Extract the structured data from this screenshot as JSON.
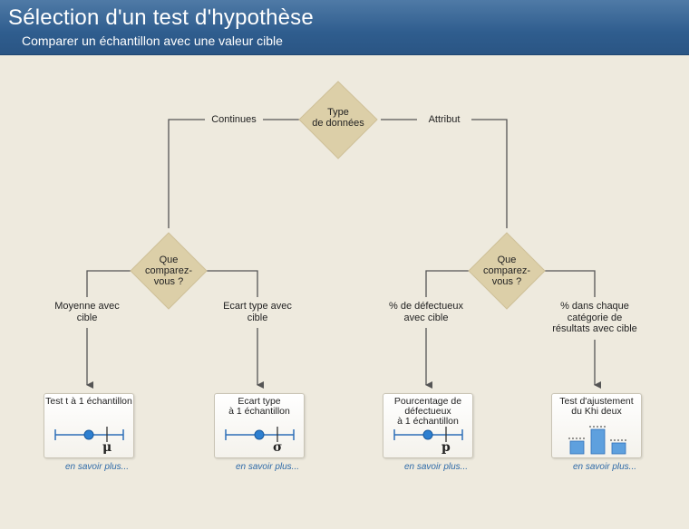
{
  "header": {
    "title": "Sélection d'un test d'hypothèse",
    "subtitle": "Comparer un échantillon avec une valeur cible"
  },
  "decisions": {
    "root": "Type\nde données",
    "left": "Que\ncomparez-\nvous ?",
    "right": "Que\ncomparez-\nvous ?"
  },
  "branches": {
    "continuous": "Continues",
    "attribute": "Attribut",
    "mean": "Moyenne avec\ncible",
    "stdev": "Ecart type avec\ncible",
    "defective": "% de défectueux\navec cible",
    "category": "% dans chaque\ncatégorie de\nrésultats avec cible"
  },
  "tests": [
    {
      "title": "Test t à 1 échantillon",
      "symbol": "μ",
      "link": "en savoir plus..."
    },
    {
      "title": "Ecart type\nà 1 échantillon",
      "symbol": "σ",
      "link": "en savoir plus..."
    },
    {
      "title": "Pourcentage de\ndéfectueux\nà 1 échantillon",
      "symbol": "p",
      "link": "en savoir plus..."
    },
    {
      "title": "Test d'ajustement\ndu Khi deux",
      "symbol": "",
      "link": "en savoir plus..."
    }
  ],
  "colors": {
    "diamond": "#dccfa8",
    "connector": "#555555",
    "header": "#2f5d8e",
    "link": "#2e6aa8",
    "point": "#2d7fd0"
  },
  "icons": [
    "point-on-scale-icon",
    "point-on-scale-icon",
    "point-on-scale-icon",
    "bar-chart-icon"
  ]
}
